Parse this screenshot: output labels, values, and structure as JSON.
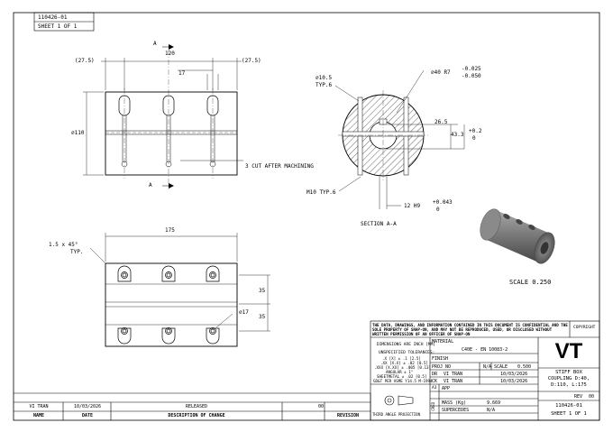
{
  "header": {
    "drawing_number": "110426-01",
    "sheet": "SHEET 1 OF 1"
  },
  "front_view": {
    "dims": {
      "left_offset": "(27.5)",
      "center_spacing": "120",
      "right_offset": "(27.5)",
      "hole_spacing": "17",
      "diameter": "⌀110"
    },
    "section_marker": "A",
    "note": "3 CUT AFTER MACHINING"
  },
  "section_view": {
    "hole_dia": "⌀10.5",
    "hole_typ": "TYP.6",
    "bore_spec": "⌀40 R7",
    "bore_tol_upper": "-0.025",
    "bore_tol_lower": "-0.050",
    "keyway_depth": "26.5",
    "keyway_height": "43.3",
    "keyway_tol_upper": "+0.2",
    "keyway_tol_lower": "0",
    "thread": "M10 TYP.6",
    "key_width": "12 H9",
    "key_tol_upper": "+0.043",
    "key_tol_lower": "0",
    "title": "SECTION A-A"
  },
  "bottom_view": {
    "length": "175",
    "chamfer": "1.5 x 45°",
    "chamfer_typ": "TYP.",
    "spacing_1": "35",
    "spacing_2": "35",
    "hole_dia": "⌀17"
  },
  "iso_view": {
    "scale": "SCALE 0.250"
  },
  "title_block": {
    "notice": "THE DATA, DRAWINGS, AND INFORMATION CONTAINED IN THIS DOCUMENT IS CONFIDENTIAL AND THE SOLE PROPERTY OF SNAP-ON, AND MAY NOT BE REPRODUCED, USED, OR DISCLOSED WITHOUT WRITTEN PERMISSION OF AN OFFICER OF SNAP-ON",
    "copyright": "COPYRIGHT",
    "dimensions_note": "DIMENSIONS ARE INCH [MM]",
    "tolerances_title": "UNSPECIFIED TOLERANCES:",
    "tol_1": ".X [X] ± .1 [2.5]",
    "tol_2": ".XX [X.X] ± .02 [0.5]",
    "tol_3": ".XXX [X.XX] ± .005 [0.13]",
    "tol_4": "ANGULAR ± 1°",
    "tol_5": "SHEETMETAL ± .02 [0.5]",
    "gdt_note": "GD&T PER ASME Y14.5 M-1994",
    "material_label": "MATERIAL",
    "material_value": "C40E - EN 10083-2",
    "finish_label": "FINISH",
    "proj_label": "PROJ NO",
    "proj_value": "N/A",
    "scale_label": "SCALE",
    "scale_value": "0.500",
    "dr_label": "DR",
    "dr_name": "VI TRAN",
    "dr_date": "10/03/2026",
    "ck_label": "CK",
    "ck_name": "VI TRAN",
    "ck_date": "10/03/2026",
    "app_label": "APP",
    "logo": "VT",
    "desc_1": "STIFF BOX",
    "desc_2": "COUPLING D:40,",
    "desc_3": "D:110, L:175",
    "size_label": "A3",
    "rev_label": "REV",
    "rev_value": "00",
    "mass_label": "MASS (Kg)",
    "mass_value": "9.669",
    "supercedes_label": "SUPERCEDES",
    "supercedes_value": "N/A",
    "part_number": "110426-01",
    "sheet": "SHEET 1 OF 1",
    "cred": "CRED",
    "projection_label": "THIRD ANGLE PROJECTION"
  },
  "revision_block": {
    "row": {
      "name": "VI TRAN",
      "date": "10/03/2026",
      "description": "RELEASED",
      "revision": "00"
    },
    "headers": {
      "name": "NAME",
      "date": "DATE",
      "description": "DESCRIPTION OF CHANGE",
      "revision": "REVISION"
    }
  }
}
